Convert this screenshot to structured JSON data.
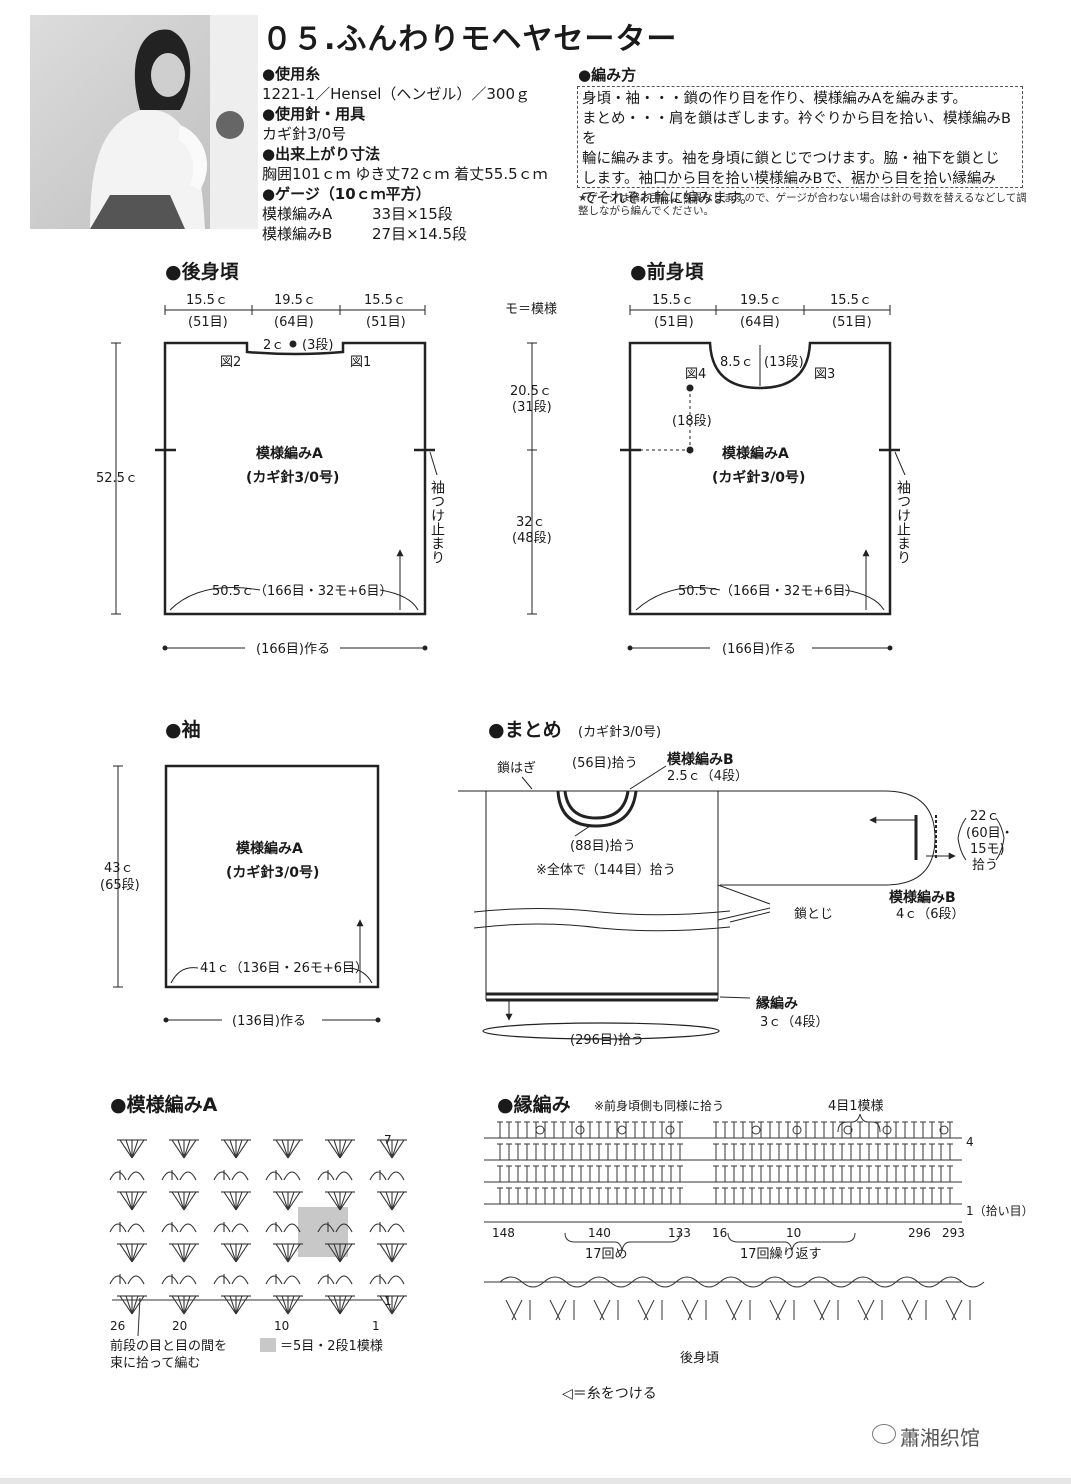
{
  "title": "０５.ふんわりモヘヤセーター",
  "spec": {
    "yarn_h": "●使用糸",
    "yarn": "1221-1／Hensel（ヘンゼル）／300ｇ",
    "tools_h": "●使用針・用具",
    "tools": "カギ針3/0号",
    "size_h": "●出来上がり寸法",
    "size": "胸囲101ｃｍ ゆき丈72ｃｍ 着丈55.5ｃｍ",
    "gauge_h": "●ゲージ（10ｃｍ平方）",
    "gauge_rows": [
      {
        "k": "模様編みA",
        "v": "33目×15段"
      },
      {
        "k": "模様編みB",
        "v": "27目×14.5段"
      }
    ]
  },
  "method": {
    "heading": "●編み方",
    "lines": [
      "身頃・袖・・・鎖の作り目を作り、模様編みAを編みます。",
      "まとめ・・・肩を鎖はぎします。衿ぐりから目を拾い、模様編みBを",
      "輪に編みます。袖を身頃に鎖とじでつけます。脇・袖下を鎖とじ",
      "します。袖口から目を拾い模様編みBで、裾から目を拾い縁編み",
      "でそれぞれ輪に編みます。"
    ],
    "note": "★ゲージは編み手により異なりますので、ゲージが合わない場合は針の号数を替えるなどして調整しながら編んでください。"
  },
  "sections": {
    "back": "●後身頃",
    "front": "●前身頃",
    "sleeve": "●袖",
    "assembly": "●まとめ",
    "assembly_note": "(カギ針3/0号)",
    "patternA": "●模様編みA",
    "edging": "●縁編み",
    "edging_note": "※前身頃側も同様に拾う"
  },
  "legend_mo": "モ＝模様",
  "back": {
    "w1": "15.5ｃ",
    "w1s": "(51目)",
    "w2": "19.5ｃ",
    "w2s": "(64目)",
    "w3": "15.5ｃ",
    "w3s": "(51目)",
    "neck": "2ｃ",
    "neck_rows": "(3段)",
    "fig_left": "図2",
    "fig_right": "図1",
    "height": "52.5ｃ",
    "pattern": "模様編みA",
    "hook": "(カギ針3/0号)",
    "sleeve_mark": "袖つけ止まり",
    "bottom": "50.5ｃ（166目・32モ+6目）",
    "cast_on": "(166目)作る"
  },
  "middle": {
    "upper": "20.5ｃ",
    "upper_rows": "(31段)",
    "lower": "32ｃ",
    "lower_rows": "(48段)"
  },
  "front": {
    "w1": "15.5ｃ",
    "w1s": "(51目)",
    "w2": "19.5ｃ",
    "w2s": "(64目)",
    "w3": "15.5ｃ",
    "w3s": "(51目)",
    "neck": "8.5ｃ",
    "neck_rows": "(13段)",
    "fig_left": "図4",
    "fig_right": "図3",
    "rows18": "(18段)",
    "pattern": "模様編みA",
    "hook": "(カギ針3/0号)",
    "sleeve_mark": "袖つけ止まり",
    "bottom": "50.5ｃ（166目・32モ+6目）",
    "cast_on": "(166目)作る"
  },
  "sleeve": {
    "height": "43ｃ",
    "height_rows": "(65段)",
    "pattern": "模様編みA",
    "hook": "(カギ針3/0号)",
    "bottom": "41ｃ（136目・26モ+6目）",
    "cast_on": "(136目)作る"
  },
  "assembly": {
    "shoulder": "鎖はぎ",
    "pick56": "(56目)拾う",
    "patternB": "模様編みB",
    "b_size": "2.5ｃ（4段）",
    "pick88": "(88目)拾う",
    "total": "※全体で（144目）拾う",
    "cuff": "22ｃ",
    "cuff_sts": "(60目・",
    "cuff_mo": "15モ)",
    "cuff_pick": "拾う",
    "cuff_patternB": "模様編みB",
    "cuff_size": "4ｃ（6段）",
    "seam": "鎖とじ",
    "edging": "縁編み",
    "edging_size": "3ｃ（4段）",
    "pick296": "(296目)拾う"
  },
  "chartA": {
    "row_top": "7",
    "row_bottom": "1",
    "cols": [
      "26",
      "20",
      "10",
      "1"
    ],
    "note1": "前段の目と目の間を",
    "note2": "束に拾って編む",
    "legend": "＝5目・2段1模様"
  },
  "edgechart": {
    "repeat": "4目1模様",
    "row4": "4",
    "row1": "1（拾い目）",
    "n148": "148",
    "n140": "140",
    "n133": "133",
    "n16": "16",
    "n10": "10",
    "n296": "296",
    "n293": "293",
    "rep1": "17回め",
    "rep2": "17回繰り返す",
    "label": "後身頃",
    "join": "◁＝糸をつける"
  },
  "watermark": "蕭湘织馆"
}
